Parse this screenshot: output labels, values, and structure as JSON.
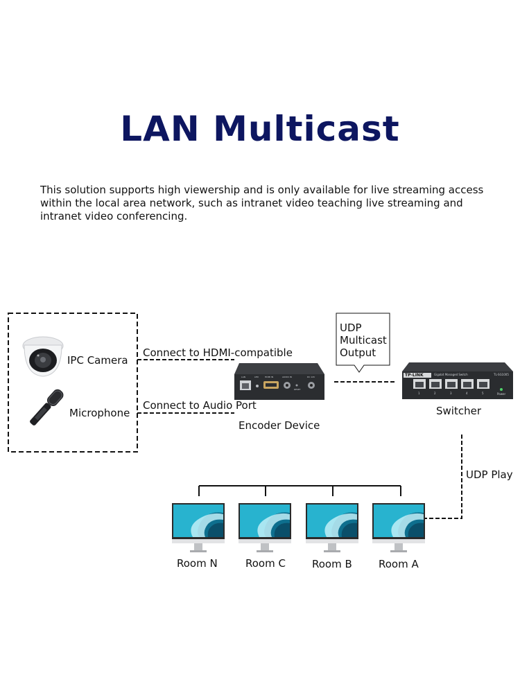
{
  "title": "LAN Multicast",
  "description": "This solution supports high viewership and is only available for live streaming access within the local area network, such as intranet video teaching live streaming and intranet video conferencing.",
  "sources": {
    "camera_label": "IPC Camera",
    "microphone_label": "Microphone"
  },
  "connections": {
    "hdmi_label": "Connect to HDMI-compatible",
    "audio_label": "Connect to Audio Port",
    "udp_output_label": [
      "UDP",
      "Multicast",
      "Output"
    ],
    "udp_play_label": "UDP Play"
  },
  "encoder": {
    "label": "Encoder Device",
    "port_labels": [
      "LAN",
      "LED",
      "HDMI IN",
      "AUDIO IN",
      "RESET",
      "DC 12V"
    ]
  },
  "switcher": {
    "label": "Switcher",
    "brand": "TP-LINK",
    "model": "TL-SG1005",
    "subtitle": "Gigabit Managed Switch",
    "port_numbers": [
      "1",
      "2",
      "3",
      "4",
      "5"
    ],
    "power_label": "Power"
  },
  "rooms": [
    "Room N",
    "Room C",
    "Room B",
    "Room A"
  ],
  "colors": {
    "title": "#0d1660",
    "line": "#111111",
    "monitor_frame": "#2a2a2a",
    "screen_wave": "#1fa6c4",
    "device_body": "#2b2d30"
  }
}
